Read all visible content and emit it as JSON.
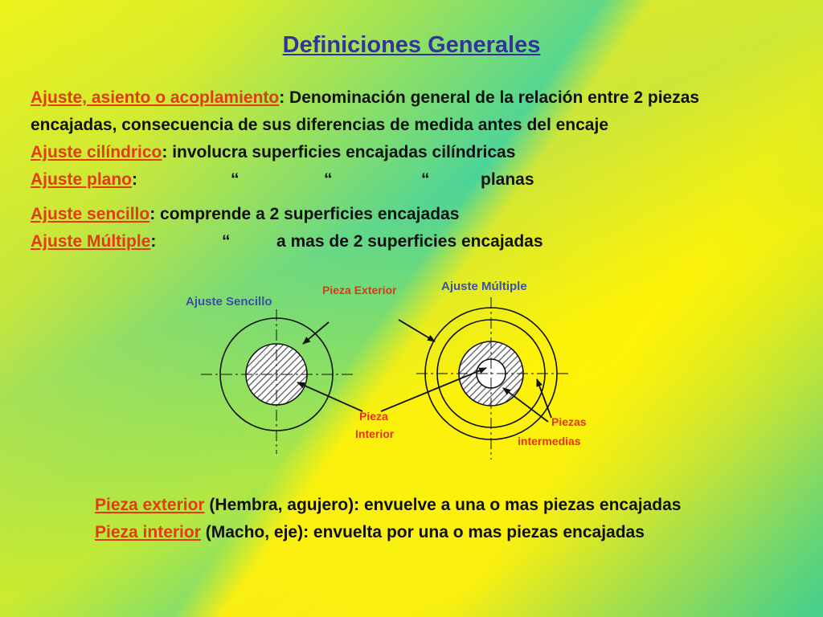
{
  "title": "Definiciones Generales",
  "definitions": [
    {
      "term": "Ajuste, asiento o acoplamiento",
      "text": ": Denominación general de la relación entre 2 piezas"
    },
    {
      "text": "encajadas, consecuencia de sus diferencias de medida antes del encaje"
    },
    {
      "term": "Ajuste cilíndrico",
      "text": ": involucra superficies encajadas cilíndricas"
    },
    {
      "term": "Ajuste plano",
      "text": ":",
      "ditto": "“",
      "tail": "planas"
    },
    {
      "term": "Ajuste sencillo",
      "text": ": comprende a 2 superficies encajadas"
    },
    {
      "term": "Ajuste Múltiple",
      "text": ":",
      "ditto": "“",
      "tail": "a mas de 2 superficies encajadas"
    }
  ],
  "diagram": {
    "label_sencillo": "Ajuste Sencillo",
    "label_multiple": "Ajuste Múltiple",
    "label_exterior": "Pieza Exterior",
    "label_interior_1": "Pieza",
    "label_interior_2": "Interior",
    "label_intermedias_1": "Piezas",
    "label_intermedias_2": "intermedias"
  },
  "bottom": [
    {
      "term": "Pieza exterior",
      "text": " (Hembra, agujero): envuelve a una o mas piezas encajadas"
    },
    {
      "term": "Pieza interior",
      "text": " (Macho, eje): envuelta por una o mas piezas encajadas"
    }
  ],
  "colors": {
    "title": "#33339a",
    "term": "#e23a12",
    "diagram_blue": "#3a50a8",
    "diagram_red": "#e03518"
  }
}
